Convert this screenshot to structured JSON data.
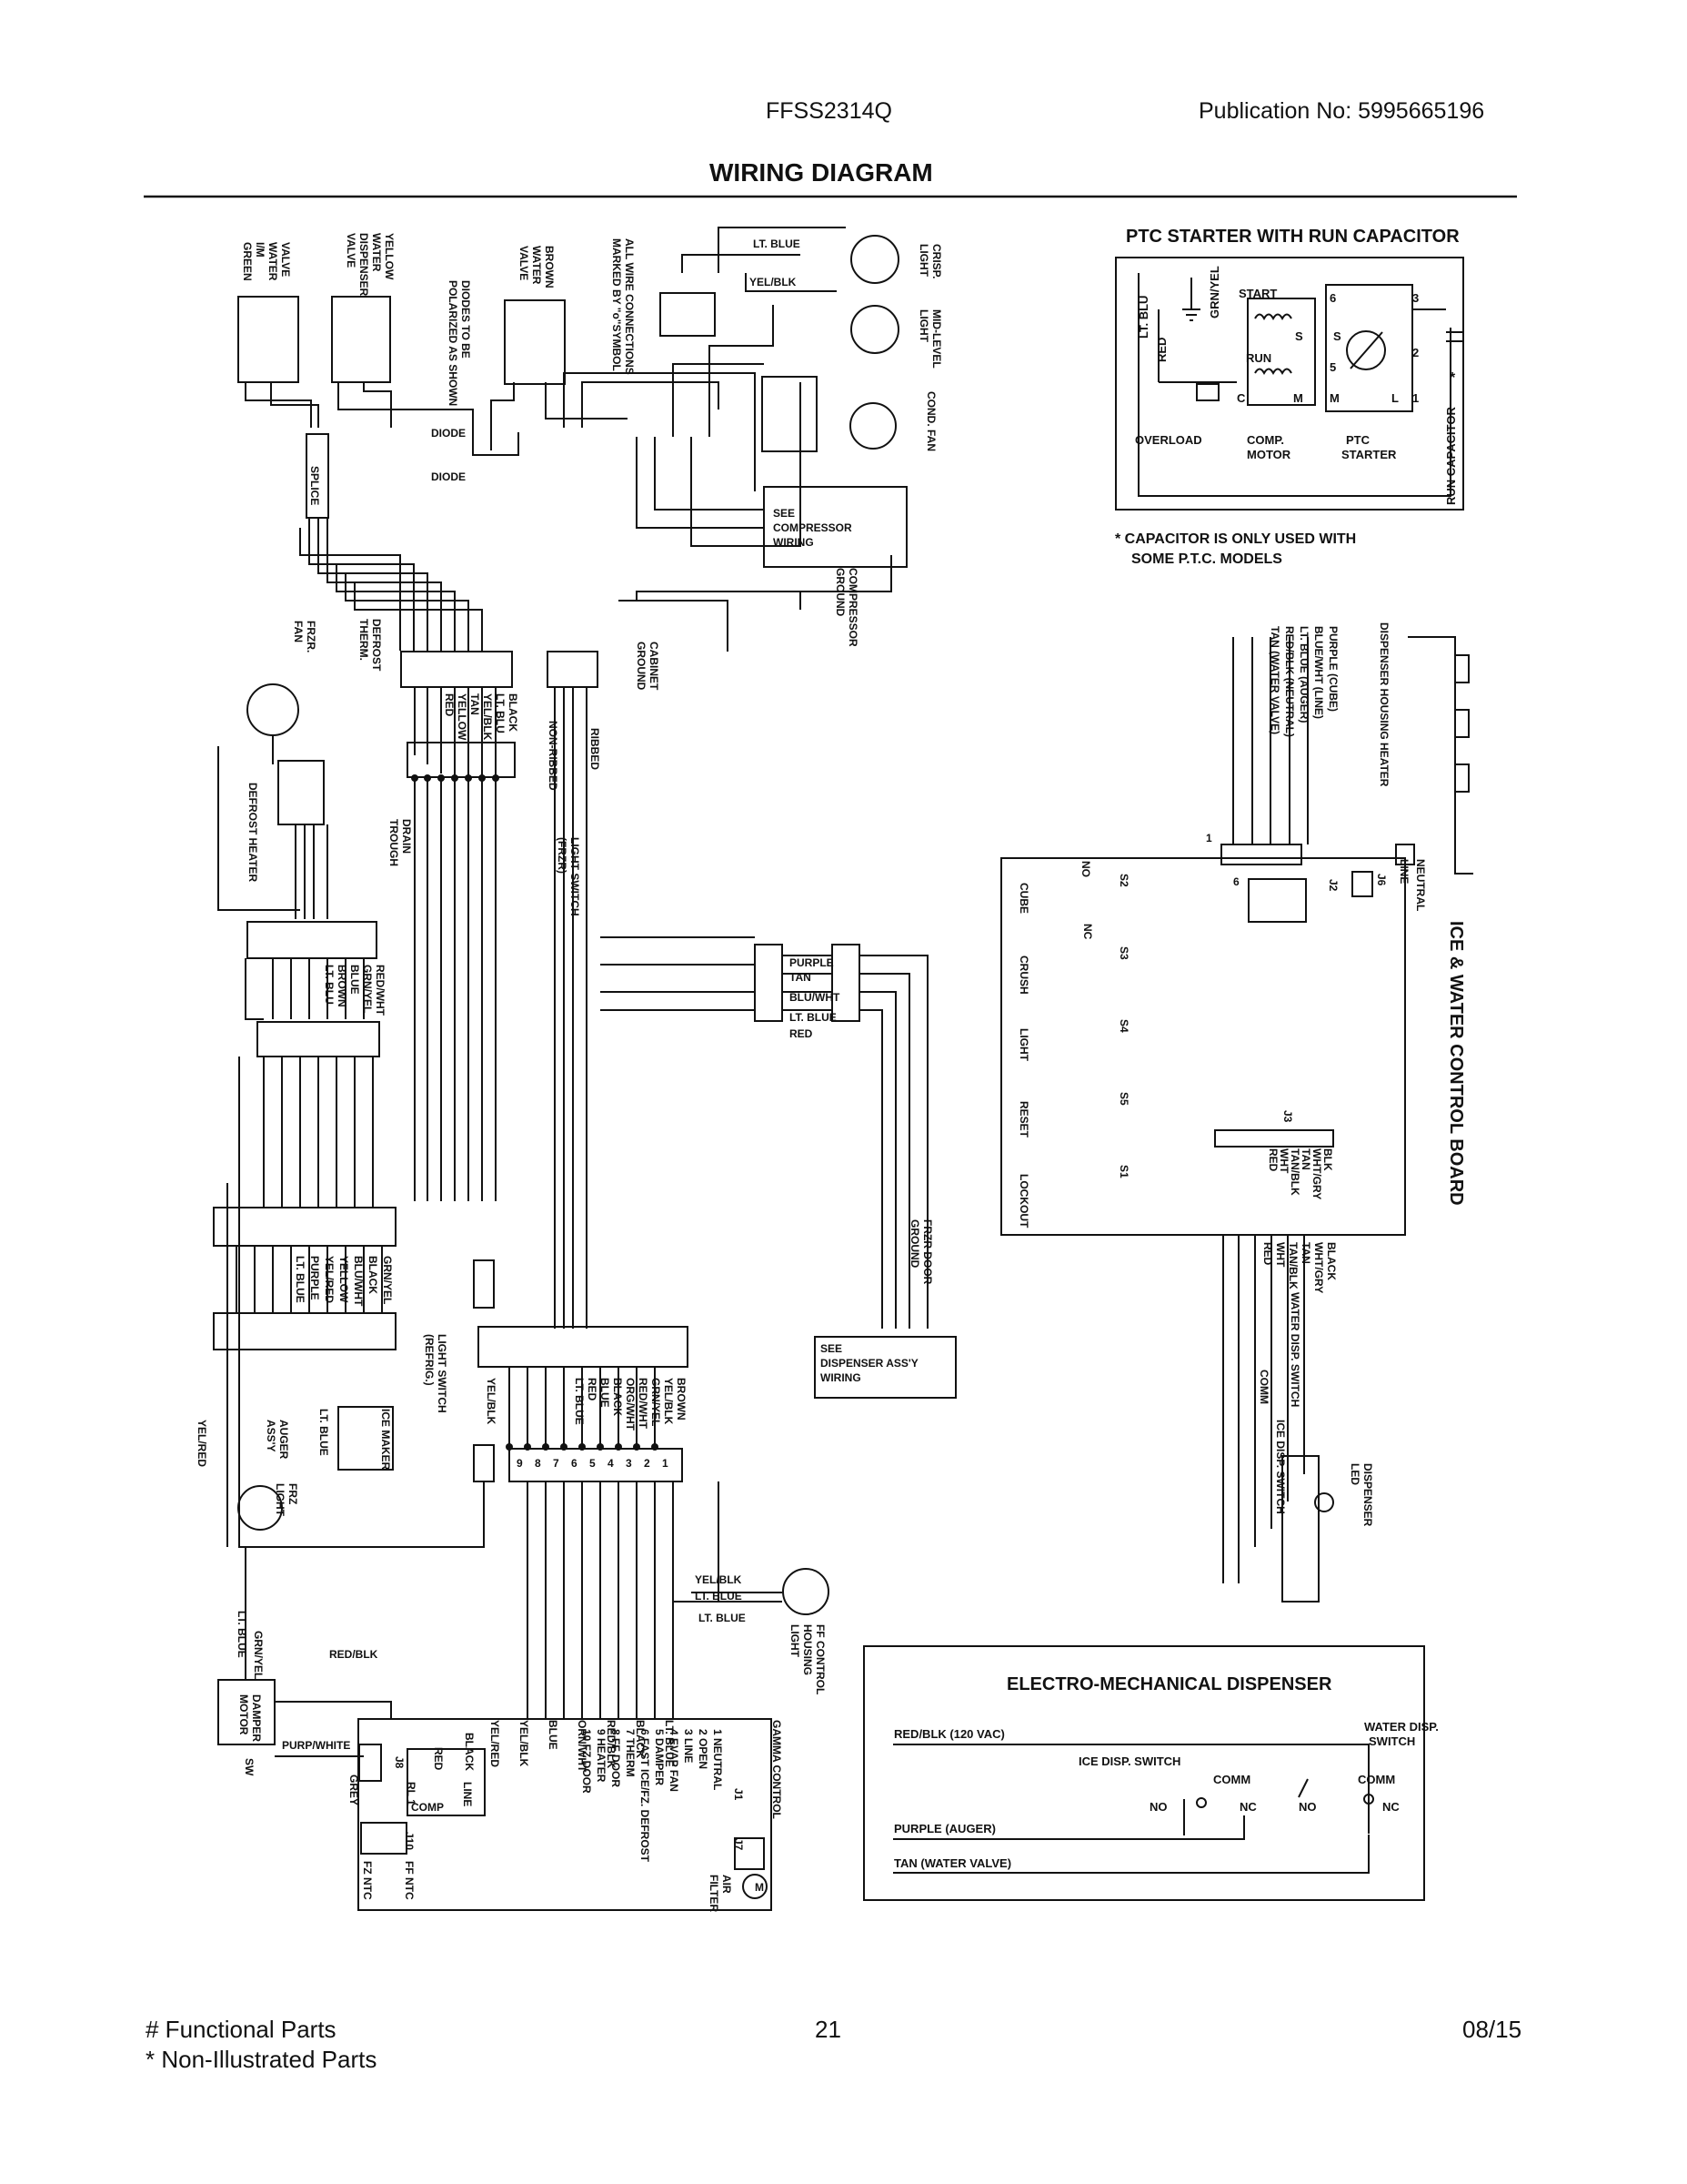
{
  "header": {
    "model": "FFSS2314Q",
    "publication": "Publication No:  5995665196",
    "title": "WIRING DIAGRAM"
  },
  "ptc_panel": {
    "title": "PTC STARTER WITH RUN CAPACITOR",
    "labels": {
      "lt_blu": "LT. BLU",
      "red": "RED",
      "grn_yel": "GRN/YEL",
      "start": "START",
      "run": "RUN",
      "s1": "S",
      "s2": "S",
      "c": "C",
      "m1": "M",
      "m2": "M",
      "l": "L",
      "t6": "6",
      "t5": "5",
      "t3": "3",
      "t2": "2",
      "t1": "1",
      "star": "*",
      "overload": "OVERLOAD",
      "comp_motor_1": "COMP.",
      "comp_motor_2": "MOTOR",
      "ptc_1": "PTC",
      "ptc_2": "STARTER",
      "run_cap": "RUN CAPACITOR"
    },
    "note_1": "*  CAPACITOR IS ONLY USED WITH",
    "note_2": "SOME P.T.C. MODELS"
  },
  "left_labels": {
    "green_valve": [
      "GREEN",
      "I/M",
      "WATER",
      "VALVE"
    ],
    "yellow_valve": [
      "YELLOW",
      "WATER",
      "DISPENSER",
      "VALVE"
    ],
    "diodes": [
      "DIODES TO BE",
      "POLARIZED AS SHOWN"
    ],
    "brown_valve": [
      "BROWN",
      "WATER",
      "VALVE"
    ],
    "all_wire": [
      "ALL WIRE CONNECTIONS",
      "MARKED BY \"o\"SYMBOL"
    ],
    "crisp_light": [
      "CRISP.",
      "LIGHT"
    ],
    "mid_light": [
      "MID-LEVEL",
      "LIGHT"
    ],
    "cond_fan": "COND. FAN",
    "lt_blue": "LT. BLUE",
    "yel_blk": "YEL/BLK",
    "diode1": "DIODE",
    "diode2": "DIODE",
    "splice": "SPLICE",
    "see_comp": [
      "SEE",
      "COMPRESSOR",
      "WIRING"
    ],
    "comp_ground": [
      "COMPRESSOR",
      "GROUND"
    ],
    "cab_ground": [
      "CABINET",
      "GROUND"
    ],
    "frzr_fan": [
      "FRZR.",
      "FAN"
    ],
    "defrost_therm": [
      "DEFROST",
      "THERM."
    ],
    "conn1_wires": [
      "BLACK",
      "LT. BLU",
      "YEL/BLK",
      "TAN",
      "YELLOW",
      "RED"
    ],
    "ribbed": "RIBBED",
    "non_ribbed": "NON-RIBBED",
    "drain": [
      "DRAIN",
      "TROUGH"
    ],
    "defrost_heater": "DEFROST HEATER",
    "light_switch_frzr": [
      "LIGHT SWITCH",
      "(FRZR)"
    ],
    "conn2_wires": [
      "LT. BLU",
      "BROWN",
      "BLUE",
      "GRN/YEL",
      "RED/WHT"
    ],
    "mid_wires": [
      "PURPLE",
      "TAN",
      "BLU/WHT",
      "LT. BLUE",
      "RED"
    ],
    "frzr_door_ground": [
      "FRZR DOOR",
      "GROUND"
    ],
    "conn3_wires": [
      "GRN/YEL",
      "BLACK",
      "BLU/WHT",
      "YELLOW",
      "YEL/RED",
      "PURPLE",
      "LT. BLUE"
    ],
    "see_dispenser": [
      "SEE",
      "DISPENSER ASS'Y",
      "WIRING"
    ],
    "light_switch_refrig": [
      "LIGHT SWITCH",
      "(REFRIG.)"
    ],
    "yel_blk2": "YEL/BLK",
    "conn4_wires": [
      "BROWN",
      "YEL/BLK",
      "GRN/YEL",
      "RED/WHT",
      "ORG/WHT",
      "BLACK",
      "BLUE",
      "RED",
      "LT. BLUE"
    ],
    "ice_maker": "ICE MAKER",
    "lt_blue2": "LT. BLUE",
    "auger": [
      "AUGER",
      "ASS'Y"
    ],
    "yel_red": "YEL/RED",
    "frz_light": [
      "FRZ",
      "LIGHT"
    ],
    "pins": [
      "9",
      "8",
      "7",
      "6",
      "5",
      "4",
      "3",
      "2",
      "1"
    ],
    "yb3": "YEL/BLK",
    "lb3": "LT. BLUE",
    "lb4": "LT. BLUE",
    "ff_light": [
      "FF CONTROL",
      "HOUSING",
      "LIGHT"
    ],
    "grn_yel2": "GRN/YEL",
    "lt_blue5": "LT. BLUE",
    "red_blk": "RED/BLK",
    "damper": [
      "DAMPER",
      "MOTOR"
    ],
    "sw": "SW",
    "purp_white": "PURP/WHITE",
    "j8": "J8",
    "grey": "GREY",
    "red2": "RED",
    "black2": "BLACK",
    "rl1": "RL 1",
    "comp": "COMP",
    "line": "LINE",
    "j10": "J10",
    "fz_ntc": "FZ NTC",
    "ff_ntc": "FF NTC",
    "j1": "J1",
    "j7": "J7",
    "air_filter": [
      "AIR",
      "FILTER"
    ],
    "m": "M",
    "gamma": "GAMMA CONTROL",
    "gamma_wire_cols": [
      "LT. BLUE",
      "BLACK",
      "RED/BLK",
      "ORN/WHT",
      "BLUE",
      "YEL/BLK",
      "YEL/RED"
    ],
    "gamma_pins": [
      "1 NEUTRAL",
      "2 OPEN",
      "3 LINE",
      "4 EVAP FAN",
      "5 DAMPER",
      "6 FAST ICE/FZ. DEFROST",
      "7 THERM",
      "8 FF DOOR",
      "9 HEATER",
      "10 FZ DOOR"
    ]
  },
  "control_board": {
    "title": "ICE & WATER CONTROL BOARD",
    "dispenser_heater": "DISPENSER HOUSING HEATER",
    "wires": [
      "PURPLE (CUBE)",
      "BLUE/WHT (LINE)",
      "LT. BLUE (AUGER)",
      "RED/BLK (NEUTRAL)",
      "TAN (WATER VALVE)"
    ],
    "neutral": "NEUTRAL",
    "line": "LINE",
    "j6": "J6",
    "j2": "J2",
    "j3": "J3",
    "one": "1",
    "six": "6",
    "switches": [
      {
        "id": "S2",
        "name": "CUBE"
      },
      {
        "id": "S3",
        "name": "CRUSH"
      },
      {
        "id": "S4",
        "name": "LIGHT"
      },
      {
        "id": "S5",
        "name": "RESET"
      },
      {
        "id": "S1",
        "name": "LOCKOUT"
      }
    ],
    "no": "NO",
    "nc": "NC",
    "j3_wires": [
      "BLK",
      "WHT/GRY",
      "TAN",
      "TAN/BLK",
      "WHT",
      "RED"
    ],
    "out_wires": [
      "BLACK",
      "WHT/GRY",
      "TAN",
      "TAN/BLK",
      "WHT",
      "RED"
    ],
    "water_switch": "WATER DISP. SWITCH",
    "ice_switch": "ICE DISP. SWITCH",
    "comm": "COMM",
    "dispenser_led": [
      "DISPENSER",
      "LED"
    ]
  },
  "electro": {
    "title": "ELECTRO-MECHANICAL DISPENSER",
    "red_blk": "RED/BLK (120 VAC)",
    "water_disp": [
      "WATER DISP.",
      "SWITCH"
    ],
    "ice_disp": "ICE DISP. SWITCH",
    "comm": "COMM",
    "no": "NO",
    "nc": "NC",
    "purple": "PURPLE (AUGER)",
    "tan": "TAN (WATER VALVE)"
  },
  "footer": {
    "functional": "# Functional Parts",
    "non_illustrated": "* Non-Illustrated Parts",
    "page": "21",
    "date": "08/15"
  }
}
